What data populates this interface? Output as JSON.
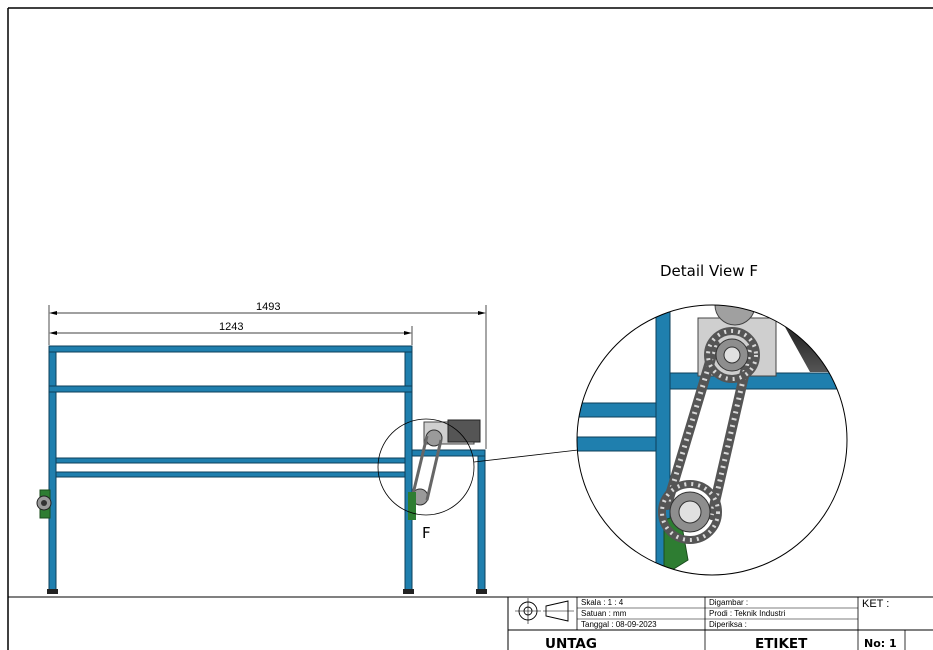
{
  "dimensions": {
    "overall_width": "1493",
    "frame_width": "1243"
  },
  "detail": {
    "marker": "F",
    "title": "Detail View F"
  },
  "title_block": {
    "scale": "Skala : 1 : 4",
    "unit": "Satuan : mm",
    "date": "Tanggal : 08-09-2023",
    "drawn_by": "Digambar :",
    "department": "Prodi : Teknik Industri",
    "checked_by": "Diperiksa :",
    "remarks": "KET :",
    "organization": "UNTAG",
    "label": "ETIKET",
    "number": "No: 1"
  },
  "colors": {
    "frame_pipe": "#1f7fae",
    "frame_pipe_edge": "#0d3f5a",
    "chain": "#777777",
    "sprocket": "#9a9a9a",
    "mount_green": "#2e7d32",
    "motor_housing": "#cfcfcf",
    "conveyor": "#3a3a3a"
  }
}
